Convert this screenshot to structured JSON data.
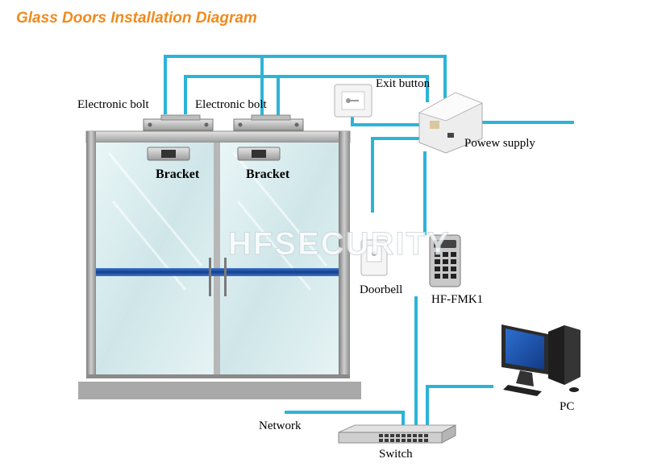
{
  "title": "Glass Doors Installation Diagram",
  "labels": {
    "electronic_bolt_1": "Electronic bolt",
    "electronic_bolt_2": "Electronic bolt",
    "exit_button": "Exit button",
    "power_supply": "Powew supply",
    "bracket_1": "Bracket",
    "bracket_2": "Bracket",
    "doorbell": "Doorbell",
    "keypad": "HF-FMK1",
    "pc": "PC",
    "network": "Network",
    "switch": "Switch"
  },
  "watermark": "HFSECURITY",
  "colors": {
    "wire": "#2cb4d8",
    "title": "#f08a1c",
    "door_frame": "#9a9a9a",
    "glass": "#d8ecee",
    "bar": "#1d4fa0"
  }
}
